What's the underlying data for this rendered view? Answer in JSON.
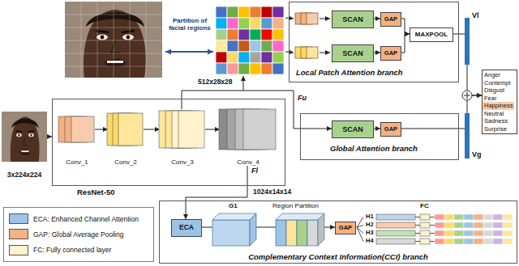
{
  "diagram": {
    "nodes": [
      {
        "text": [
          "3x224x224"
        ]
      },
      {
        "text": [
          "ResNet-50"
        ]
      },
      {
        "text": [
          "Conv_1"
        ],
        "in": 1
      },
      {
        "text": [
          "Conv_2"
        ],
        "in": 1
      },
      {
        "text": [
          "Conv_3"
        ],
        "in": 1
      },
      {
        "text": [
          "Conv_4"
        ],
        "in": 1
      },
      {
        "text": [
          "Local Patch Attention branch"
        ]
      },
      {
        "text": [
          "SCAN"
        ],
        "in": 6
      },
      {
        "text": [
          "GAP"
        ],
        "in": 6
      },
      {
        "text": [
          "SCAN"
        ],
        "in": 6
      },
      {
        "text": [
          "GAP"
        ],
        "in": 6
      },
      {
        "text": [
          "MAXPOOL"
        ],
        "in": 6
      },
      {
        "text": [
          "Global Attention branch"
        ]
      },
      {
        "text": [
          "SCAN"
        ],
        "in": 12
      },
      {
        "text": [
          "GAP"
        ],
        "in": 12
      },
      {
        "text": [
          "Anger",
          "Contempt",
          "Disgust",
          "Fear",
          "Happiness",
          "Neutral",
          "Sadness",
          "Surprise"
        ]
      },
      {
        "text": [
          "Complementary Context Information(CCI) branch"
        ]
      },
      {
        "text": [
          "ECA"
        ],
        "in": 16
      },
      {
        "text": [
          "GAP"
        ],
        "in": 16
      }
    ],
    "edges": [
      {
        "from": 0,
        "to": 1,
        "arrow": "to"
      },
      {
        "from": 2,
        "to": 3,
        "arrow": "to"
      },
      {
        "from": 3,
        "to": 4,
        "arrow": "to"
      },
      {
        "from": 4,
        "to": 5,
        "arrow": "to"
      },
      {
        "from": 4,
        "to": 13,
        "label": "Fu",
        "arrow": "to"
      },
      {
        "from": 5,
        "to": 17,
        "label": "Fl",
        "arrow": "to"
      },
      {
        "from": 7,
        "to": 8,
        "arrow": "to"
      },
      {
        "from": 9,
        "to": 10,
        "arrow": "to"
      },
      {
        "from": 8,
        "to": 11,
        "arrow": "to"
      },
      {
        "from": 10,
        "to": 11,
        "arrow": "to"
      },
      {
        "from": 11,
        "to": 15,
        "arrow": "to"
      },
      {
        "from": 13,
        "to": 14,
        "arrow": "to"
      },
      {
        "from": 14,
        "to": 15,
        "arrow": "to"
      },
      {
        "from": 17,
        "to": 18,
        "arrow": "to"
      }
    ],
    "labels": [
      "Partition of facial regions",
      "512x28x28",
      "1024x14x14",
      "Vl",
      "Vg",
      "G1",
      "Region Partition",
      "FC",
      "H1",
      "H2",
      "H3",
      "H4"
    ],
    "legend": [
      {
        "text": "ECA: Enhanced Channel Attention",
        "color": "#9dc3e6"
      },
      {
        "text": "GAP: Global Average Pooling",
        "color": "#f4b183"
      },
      {
        "text": "FC: Fully connected layer",
        "color": "#fff2cc"
      }
    ]
  }
}
